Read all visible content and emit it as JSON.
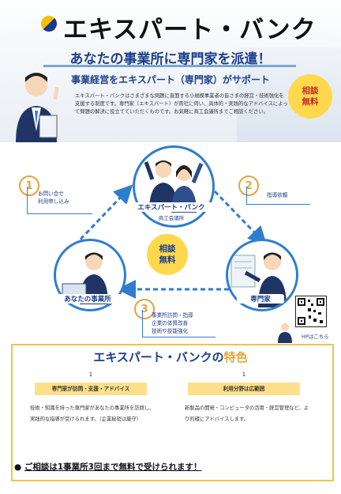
{
  "header": {
    "brand": "エキスパート・バンク"
  },
  "intro": {
    "headline_pre": "あなたの",
    "headline_a": "事業所",
    "headline_b": "に",
    "headline_c": "専門家",
    "headline_d": "を",
    "headline_e": "派遣",
    "headline_f": "！",
    "subhead": "事業経営をエキスパート（専門家）がサポート",
    "description": "エキスパート・バンクはさまざまな問題に直面する小規模事業者の皆さまの経営・技術強化を支援する制度です。専門家（エキスパート）が貴社に伺い、具体的・実践的なアドバイスによって問題の解決に役立てていただくものです。お気軽に商工会議所までご相談ください。",
    "badge_line1": "相談",
    "badge_line2": "無料"
  },
  "cycle": {
    "center_caption": "エキスパート・バンク",
    "center_sub": "商工会議所",
    "left_caption": "あなたの事業所",
    "right_caption": "専門家",
    "badge_line1": "相談",
    "badge_line2": "無料",
    "steps": [
      {
        "num": "1",
        "lines": [
          "お問い合せ",
          "利用申し込み"
        ]
      },
      {
        "num": "2",
        "lines": [
          "指導依頼"
        ]
      },
      {
        "num": "3",
        "lines": [
          "事業所訪問・指導",
          "企業の体質改善",
          "技術や技能強化"
        ]
      }
    ],
    "hp_caption": "HPはこちら"
  },
  "features": {
    "title_main": "エキスパート・バンクの",
    "title_accent": "特色",
    "items": [
      {
        "num": "1",
        "head": "専門家が訪問・支援・アドバイス",
        "body": "技術・知識を持った専門家があなたの事業所を訪問し、実践的な指導が受けられます。（企業秘密は厳守）"
      },
      {
        "num": "1",
        "head": "利用分野は広範囲",
        "body": "新製品の開発・コンピュータの活用・経営管理など、より的確にアドバイスします。"
      }
    ],
    "bottom_bullet": "●",
    "bottom_text": "ご相談は1事業所3回まで無料で受けられます！"
  },
  "colors": {
    "navy": "#1b3f8b",
    "accent_blue": "#2f7dcf",
    "orange": "#e6a33b",
    "yellow": "#ffd84d"
  }
}
